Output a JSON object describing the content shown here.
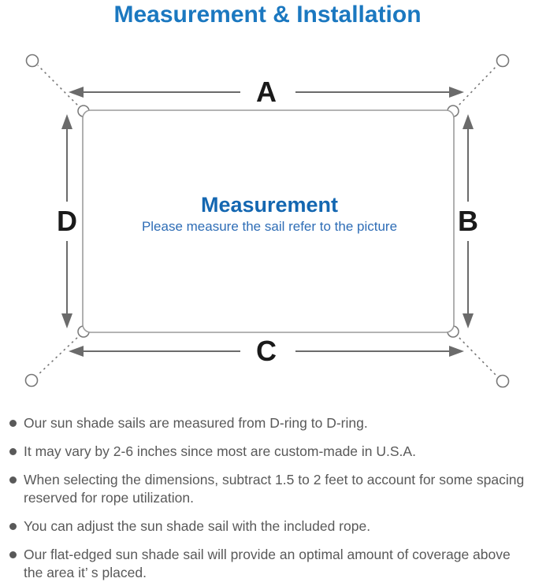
{
  "page": {
    "title": "Measurement & Installation"
  },
  "diagram": {
    "center_title": "Measurement",
    "center_subtitle": "Please measure the sail refer to the picture",
    "dimension_labels": {
      "top": "A",
      "right": "B",
      "bottom": "C",
      "left": "D"
    },
    "colors": {
      "title_blue": "#1b78c0",
      "center_title_blue": "#1467b1",
      "subtitle_blue": "#2e6db6",
      "sail_border_gray": "#9c9c9c",
      "anchor_line_gray": "#777777",
      "arrow_gray": "#6b6b6b",
      "dimension_label_black": "#1a1a1a",
      "body_text_gray": "#595959"
    }
  },
  "bullets": [
    {
      "text": "Our sun shade sails are measured from D-ring to D-ring."
    },
    {
      "text": "It may vary by 2-6 inches since most are custom-made in U.S.A."
    },
    {
      "text": "When selecting the dimensions, subtract 1.5 to 2 feet to account for some spacing reserved for rope utilization."
    },
    {
      "text": "You can adjust the sun shade sail with the included rope."
    },
    {
      "text": "Our flat-edged sun shade sail will provide an optimal amount of coverage above the area it’ s placed."
    }
  ]
}
